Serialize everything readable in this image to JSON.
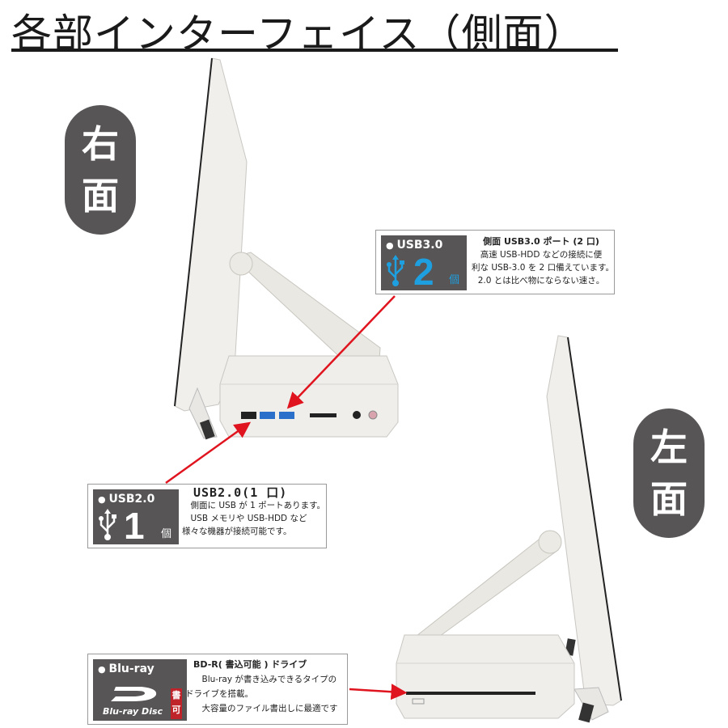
{
  "title": "各部インターフェイス（側面）",
  "badges": {
    "right": {
      "line1": "右",
      "line2": "面"
    },
    "left": {
      "line1": "左",
      "line2": "面"
    }
  },
  "colors": {
    "badge_bg": "#575555",
    "usb3_blue": "#1e9fe0",
    "arrow_red": "#e0141e",
    "bluray_red": "#c0242b"
  },
  "callouts": {
    "usb3": {
      "label": "USB3.0",
      "count": "2",
      "unit": "個",
      "icon": "usb-icon",
      "heading": "側面 USB3.0 ポート (2 口)",
      "lines": [
        "高速 USB-HDD などの接続に便",
        "利な USB-3.0 を 2 口備えています。",
        "2.0 とは比べ物にならない速さ。"
      ]
    },
    "usb2": {
      "label": "USB2.0",
      "count": "1",
      "unit": "個",
      "icon": "usb-icon",
      "heading": "USB2.0(1 口)",
      "lines": [
        "　側面に USB が 1 ポートあります。",
        "　USB メモリや USB-HDD など",
        "様々な機器が接続可能です。"
      ]
    },
    "bluray": {
      "label": "Blu-ray",
      "logo_text": "Blu-ray Disc",
      "writable_badge": "書可",
      "icon": "bluray-disc-logo",
      "heading": "BD-R( 書込可能 ) ドライブ",
      "lines": [
        "　Blu-ray が書き込みできるタイプの",
        "ドライブを搭載。",
        "　大容量のファイル書出しに最適です"
      ]
    }
  },
  "product_views": {
    "right_side": {
      "ports": [
        "usb2.0",
        "usb3.0",
        "usb3.0",
        "sd-card-slot",
        "headphone-jack",
        "mic-jack"
      ]
    },
    "left_side": {
      "ports": [
        "bluray-drive-slot"
      ]
    }
  }
}
